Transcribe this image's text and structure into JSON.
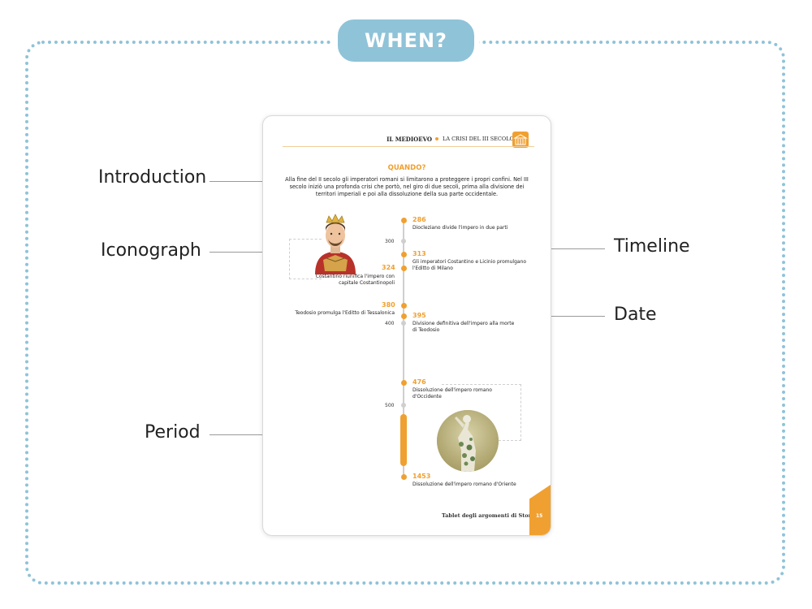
{
  "badge": {
    "label": "WHEN?"
  },
  "callouts": {
    "introduction": "Introduction",
    "iconograph": "Iconograph",
    "timeline": "Timeline",
    "date": "Date",
    "period": "Period"
  },
  "tablet": {
    "header": {
      "title": "IL MEDIOEVO",
      "subtitle": "LA CRISI DEL III SECOLO"
    },
    "section_title": "QUANDO?",
    "intro": "Alla fine del II secolo gli imperatori romani si limitarono a proteggere i propri confini. Nel III secolo iniziò una profonda crisi che portò, nel giro di due secoli, prima alla divisione dei territori imperiali e poi alla dissoluzione della sua parte occidentale.",
    "ticks": {
      "t300": "300",
      "t400": "400",
      "t500": "500"
    },
    "events": {
      "e286": {
        "year": "286",
        "text": "Diocleziano divide l'impero in due parti"
      },
      "e313": {
        "year": "313",
        "text": "Gli imperatori Costantino e Licinio promulgano l'Editto di Milano"
      },
      "e324": {
        "year": "324",
        "text": "Costantino riunifica l'impero con capitale Costantinopoli"
      },
      "e380": {
        "year": "380",
        "text": "Teodosio promulga l'Editto di Tessalonica"
      },
      "e395": {
        "year": "395",
        "text": "Divisione definitiva dell'impero alla morte di Teodosio"
      },
      "e476": {
        "year": "476",
        "text": "Dissoluzione dell'impero romano d'Occidente"
      },
      "e1453": {
        "year": "1453",
        "text": "Dissoluzione dell'impero romano d'Oriente"
      }
    },
    "footer": "Tablet degli argomenti di Storia",
    "page_number": "15"
  },
  "colors": {
    "accent": "#f0a030",
    "frame": "#8fc3d8",
    "axis": "#cfcfcf"
  }
}
